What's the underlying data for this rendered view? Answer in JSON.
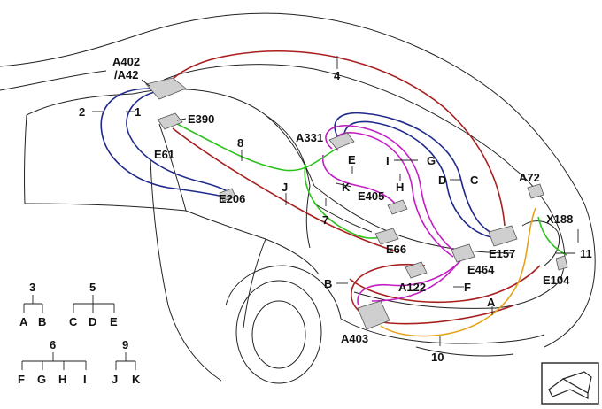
{
  "labels": {
    "a402": "A402",
    "a42": "/A42",
    "n4": "4",
    "n2": "2",
    "n1": "1",
    "e390": "E390",
    "n8": "8",
    "e61": "E61",
    "a331": "A331",
    "e": "E",
    "i": "I",
    "g": "G",
    "d": "D",
    "c": "C",
    "k": "K",
    "h": "H",
    "e405": "E405",
    "j": "J",
    "e206": "E206",
    "n7": "7",
    "a72": "A72",
    "x188": "X188",
    "e66": "E66",
    "e157": "E157",
    "n11": "11",
    "e464": "E464",
    "e104": "E104",
    "b": "B",
    "f": "F",
    "a122": "A122",
    "a": "A",
    "a403": "A403",
    "n10": "10"
  },
  "legend": {
    "g3": {
      "parent": "3",
      "children": [
        "A",
        "B"
      ]
    },
    "g5": {
      "parent": "5",
      "children": [
        "C",
        "D",
        "E"
      ]
    },
    "g6": {
      "parent": "6",
      "children": [
        "F",
        "G",
        "H",
        "I"
      ]
    },
    "g9": {
      "parent": "9",
      "children": [
        "J",
        "K"
      ]
    }
  },
  "colors": {
    "red": "#a81f1f",
    "blue": "#1f2a8a",
    "magenta": "#c21fc2",
    "green": "#2ec21f",
    "orange": "#e6a21a",
    "outline": "#222222"
  },
  "icons": {
    "corner": "bmw-next-page-icon"
  }
}
